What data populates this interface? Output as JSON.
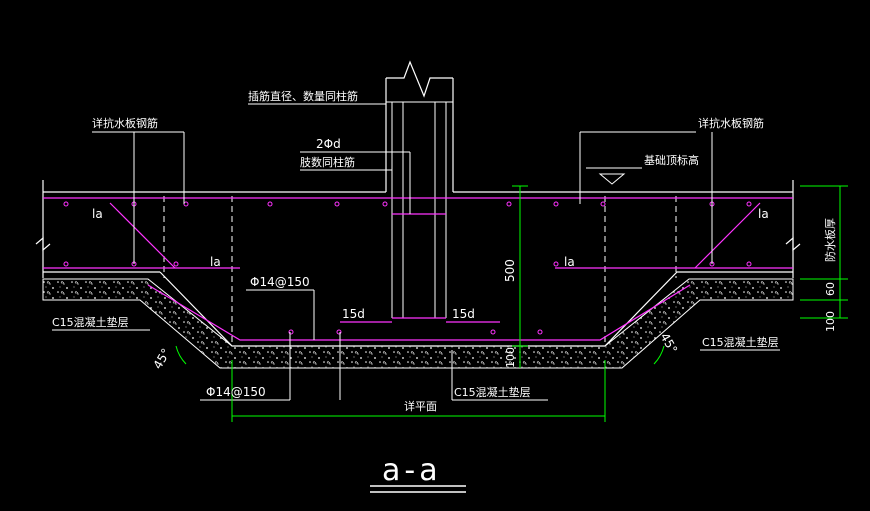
{
  "colors": {
    "background": "#000000",
    "outline": "#ffffff",
    "rebar": "#ff33ff",
    "dimension": "#00ff00",
    "dots": "#ffffff"
  },
  "labels": {
    "waterproof_board_rebar_left": "详抗水板钢筋",
    "waterproof_board_rebar_right": "详抗水板钢筋",
    "insert_rebar_note": "插筋直径、数量同柱筋",
    "two_phi_d": "2Φd",
    "stirrup_note": "肢数同柱筋",
    "foundation_top_elevation": "基础顶标高",
    "la_left_upper": "la",
    "la_left_lower": "la",
    "la_right_upper": "la",
    "la_right_lower": "la",
    "rebar_spec_top": "Φ14@150",
    "rebar_spec_bottom": "Φ14@150",
    "anchor_15d_left": "15d",
    "anchor_15d_right": "15d",
    "c15_left": "C15混凝土垫层",
    "c15_right": "C15混凝土垫层",
    "c15_bottom": "C15混凝土垫层",
    "plan_ref": "详平面",
    "angle_left": "45°",
    "angle_right": "45°",
    "dim_500": "500",
    "dim_100_center": "100",
    "dim_slab_thickness": "防水板厚",
    "dim_60": "60",
    "dim_100_right": "100",
    "section_title": "a-a"
  }
}
